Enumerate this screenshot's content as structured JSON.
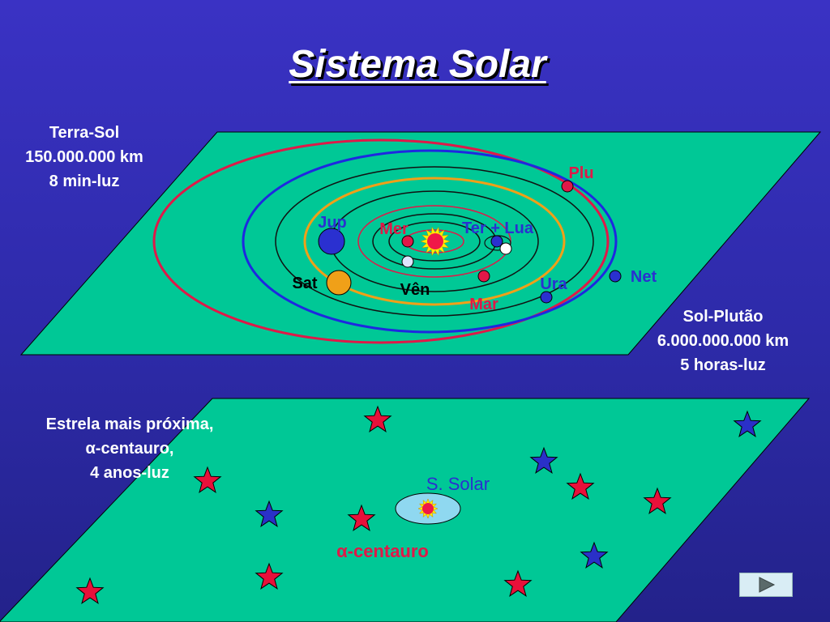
{
  "title": "Sistema Solar",
  "earth_sun": {
    "line1": "Terra-Sol",
    "line2": "150.000.000 km",
    "line3": "8 min-luz"
  },
  "sun_pluto": {
    "line1": "Sol-Plutão",
    "line2": "6.000.000.000 km",
    "line3": "5 horas-luz"
  },
  "nearest_star": {
    "line1": "Estrela mais próxima,",
    "line2": "α-centauro,",
    "line3": "4 anos-luz"
  },
  "planets": {
    "plu": "Plu",
    "jup": "Jup",
    "mer": "Mer",
    "ter": "Ter + Lua",
    "net": "Net",
    "sat": "Sat",
    "ven": "Vên",
    "ura": "Ura",
    "mar": "Mar"
  },
  "solar_system_label": "S. Solar",
  "alpha_centauri_label": "α-centauro",
  "icons": {
    "next": "play-arrow-icon",
    "sun": "sun-star-icon"
  },
  "colors": {
    "background": "#3030c0",
    "plane": "#00c896",
    "orbit_red": "#e01848",
    "orbit_blue": "#1e28e0",
    "orbit_orange": "#f0a018",
    "star_red": "#e8103a",
    "star_blue": "#2a30c8",
    "label_red": "#e01848",
    "label_blue": "#2a30d0",
    "sun_fill": "#f01848",
    "sun_ray": "#ffee00"
  }
}
